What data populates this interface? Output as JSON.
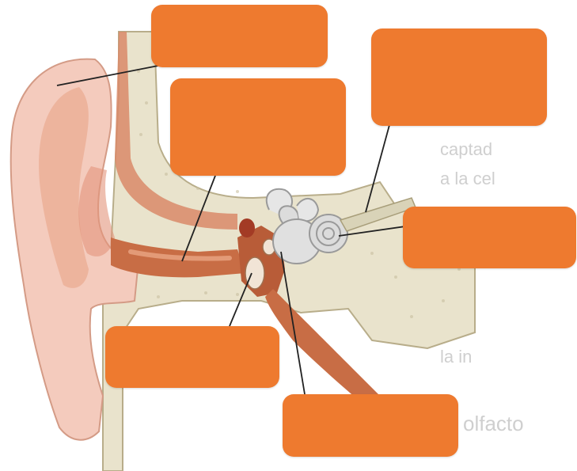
{
  "diagram": {
    "background_text_lines": [
      "captad",
      "a la cel",
      "la in",
      "olfacto"
    ],
    "label_boxes": [
      {
        "id": "pinna",
        "text": ""
      },
      {
        "id": "ear-canal",
        "text": ""
      },
      {
        "id": "auditory-nerve",
        "text": ""
      },
      {
        "id": "cochlea",
        "text": ""
      },
      {
        "id": "ossicles",
        "text": ""
      },
      {
        "id": "eustachian-tube",
        "text": ""
      }
    ],
    "colors": {
      "label_fill": "#ee7a2f",
      "skin": "#f4cbbd",
      "skin_dark": "#e7a88f",
      "bone": "#e9e3cc",
      "canal": "#c86d45",
      "inner_ear": "#dcdcdc"
    }
  }
}
